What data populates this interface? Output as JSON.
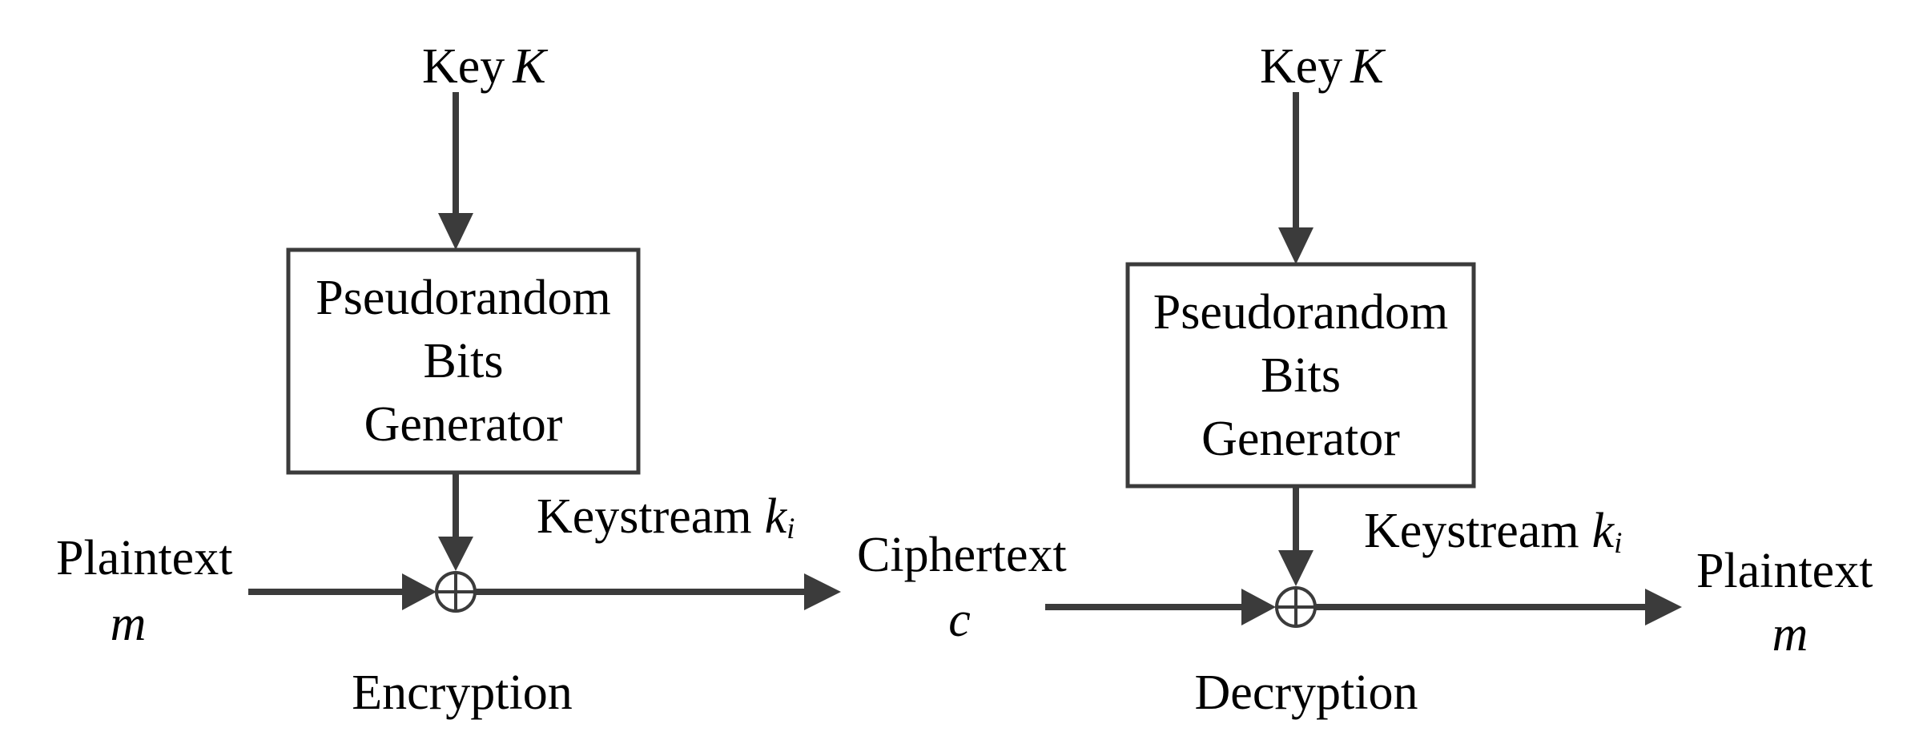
{
  "colors": {
    "stroke": "#3b3b3b",
    "text": "#000000",
    "background": "#ffffff"
  },
  "symbols": {
    "xor": "⊕"
  },
  "encryption": {
    "key": {
      "label": "Key",
      "var": "K"
    },
    "box": {
      "line1": "Pseudorandom",
      "line2": "Bits",
      "line3": "Generator"
    },
    "keystream": {
      "label": "Keystream",
      "var": "k",
      "sub": "i"
    },
    "input": {
      "label": "Plaintext",
      "var": "m"
    },
    "caption": "Encryption"
  },
  "ciphertext": {
    "label": "Ciphertext",
    "var": "c"
  },
  "decryption": {
    "key": {
      "label": "Key",
      "var": "K"
    },
    "box": {
      "line1": "Pseudorandom",
      "line2": "Bits",
      "line3": "Generator"
    },
    "keystream": {
      "label": "Keystream",
      "var": "k",
      "sub": "i"
    },
    "output": {
      "label": "Plaintext",
      "var": "m"
    },
    "caption": "Decryption"
  }
}
